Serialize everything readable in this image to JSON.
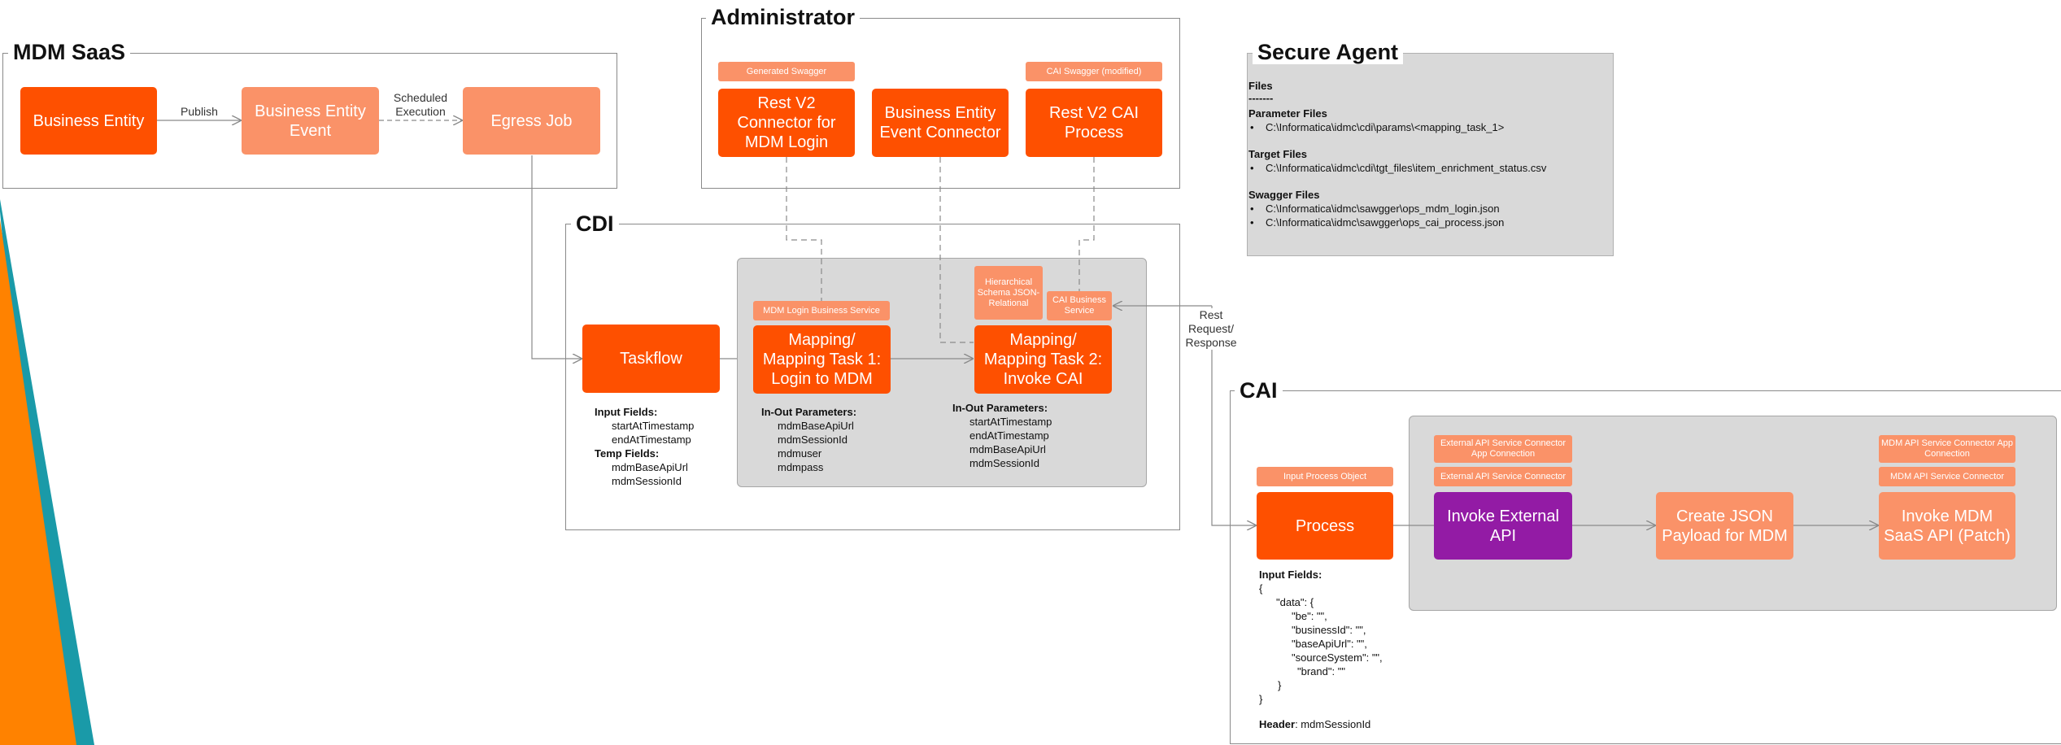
{
  "regions": {
    "mdm_saas": "MDM SaaS",
    "administrator": "Administrator",
    "secure_agent": "Secure Agent",
    "cdi": "CDI",
    "cai": "CAI"
  },
  "mdm": {
    "business_entity": "Business Entity",
    "business_entity_event": "Business Entity Event",
    "egress_job": "Egress Job",
    "publish_label": "Publish",
    "scheduled_label": "Scheduled Execution"
  },
  "admin": {
    "generated_swagger": "Generated Swagger",
    "rest_v2_login": "Rest V2 Connector for MDM Login",
    "be_event_connector": "Business Entity Event Connector",
    "cai_swagger": "CAI Swagger (modified)",
    "rest_v2_cai": "Rest V2 CAI Process"
  },
  "secure_agent": {
    "files": "Files",
    "dashes": "-------",
    "param_files": "Parameter Files",
    "param_path": "C:\\Informatica\\idmc\\cdi\\params\\<mapping_task_1>",
    "target_files": "Target Files",
    "target_path": "C:\\Informatica\\idmc\\cdi\\tgt_files\\item_enrichment_status.csv",
    "swagger_files": "Swagger Files",
    "swagger_path_1": "C:\\Informatica\\idmc\\sawgger\\ops_mdm_login.json",
    "swagger_path_2": "C:\\Informatica\\idmc\\sawgger\\ops_cai_process.json"
  },
  "cdi": {
    "taskflow": "Taskflow",
    "mdm_login_service": "MDM Login Business Service",
    "mapping1": "Mapping/ Mapping Task 1: Login to MDM",
    "hier_schema": "Hierarchical Schema JSON-Relational",
    "cai_business_service": "CAI Business Service",
    "mapping2": "Mapping/ Mapping Task 2: Invoke CAI",
    "rest_request": "Rest Request/ Response",
    "input_fields": "Input Fields:",
    "tf_in_1": "startAtTimestamp",
    "tf_in_2": "endAtTimestamp",
    "temp_fields": "Temp Fields:",
    "tf_tmp_1": "mdmBaseApiUrl",
    "tf_tmp_2": "mdmSessionId",
    "inout_params": "In-Out Parameters:",
    "m1_1": "mdmBaseApiUrl",
    "m1_2": "mdmSessionId",
    "m1_3": "mdmuser",
    "m1_4": "mdmpass",
    "m2_1": "startAtTimestamp",
    "m2_2": "endAtTimestamp",
    "m2_3": "mdmBaseApiUrl",
    "m2_4": "mdmSessionId"
  },
  "cai": {
    "input_process_object": "Input Process Object",
    "process": "Process",
    "ext_app_conn": "External API Service Connector App Connection",
    "ext_conn": "External API Service Connector",
    "invoke_external": "Invoke External API",
    "create_json": "Create JSON Payload for MDM",
    "mdm_app_conn": "MDM API Service Connector App Connection",
    "mdm_conn": "MDM API Service Connector",
    "invoke_mdm": "Invoke MDM SaaS API (Patch)",
    "input_fields": "Input Fields:",
    "json_open": "{",
    "json_data": "\"data\": {",
    "json_be": "\"be\": \"\",",
    "json_bid": "\"businessId\": \"\",",
    "json_url": "\"baseApiUrl\": \"\",",
    "json_src": "\"sourceSystem\": \"\",",
    "json_brand": "\"brand\": \"\"",
    "json_close_inner": "}",
    "json_close": "}",
    "header_label": "Header",
    "header_value": ": mdmSessionId"
  },
  "colors": {
    "dark_orange": "#fe5000",
    "light_orange": "#fa9268",
    "purple": "#931ba5",
    "panel_gray": "#d9d9d9",
    "accent_teal": "#1a9aa8"
  }
}
